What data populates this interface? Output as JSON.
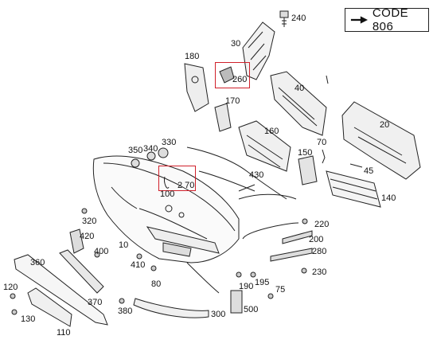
{
  "code_label": "CODE  806",
  "callouts": {
    "c240": "240",
    "c30": "30",
    "c180": "180",
    "c260": "260",
    "c40": "40",
    "c170": "170",
    "c160": "160",
    "c20": "20",
    "c350": "350",
    "c340": "340",
    "c330": "330",
    "c70": "70",
    "c150": "150",
    "c45": "45",
    "c430": "430",
    "c270": "2 70",
    "c100": "100",
    "c140": "140",
    "c320": "320",
    "c220": "220",
    "c420": "420",
    "c10": "10",
    "c200": "200",
    "c400": "400",
    "c280": "280",
    "c360": "360",
    "c410": "410",
    "c230": "230",
    "c80": "80",
    "c190": "190",
    "c195": "195",
    "c75": "75",
    "c120": "120",
    "c370": "370",
    "c380": "380",
    "c300": "300",
    "c500": "500",
    "c130": "130",
    "c110": "110"
  },
  "colors": {
    "highlight": "#d0202a",
    "ink": "#222222"
  }
}
